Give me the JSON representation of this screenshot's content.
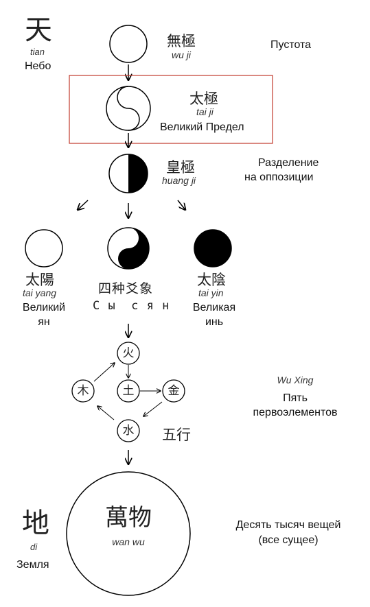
{
  "heaven": {
    "char": "天",
    "pinyin": "tian",
    "ru": "Небо"
  },
  "earth": {
    "char": "地",
    "pinyin": "di",
    "ru": "Земля"
  },
  "wuji": {
    "chars": "無極",
    "pinyin": "wu ji",
    "ru": "Пустота"
  },
  "taiji": {
    "chars": "太極",
    "pinyin": "tai ji",
    "ru": "Великий Предел"
  },
  "huangji": {
    "chars": "皇極",
    "pinyin": "huang ji",
    "ru_line1": "Разделение",
    "ru_line2": "на оппозиции"
  },
  "taiyang": {
    "chars": "太陽",
    "pinyin": "tai yang",
    "ru_line1": "Великий",
    "ru_line2": "ян"
  },
  "sixiang": {
    "chars": "四种爻象",
    "ru": "С ы  с я н"
  },
  "taiyin": {
    "chars": "太陰",
    "pinyin": "tai yin",
    "ru_line1": "Великая",
    "ru_line2": "инь"
  },
  "wuxing": {
    "pinyin": "Wu Xing",
    "ru_line1": "Пять",
    "ru_line2": "первоэлементов",
    "chars": "五行",
    "elements": {
      "fire": "火",
      "wood": "木",
      "earth": "土",
      "metal": "金",
      "water": "水"
    }
  },
  "wanwu": {
    "chars": "萬物",
    "pinyin": "wan wu",
    "ru_line1": "Десять тысяч вещей",
    "ru_line2": "(все сущее)"
  },
  "colors": {
    "highlight_box": "#c0392b",
    "ink": "#000000",
    "paper": "#ffffff"
  }
}
